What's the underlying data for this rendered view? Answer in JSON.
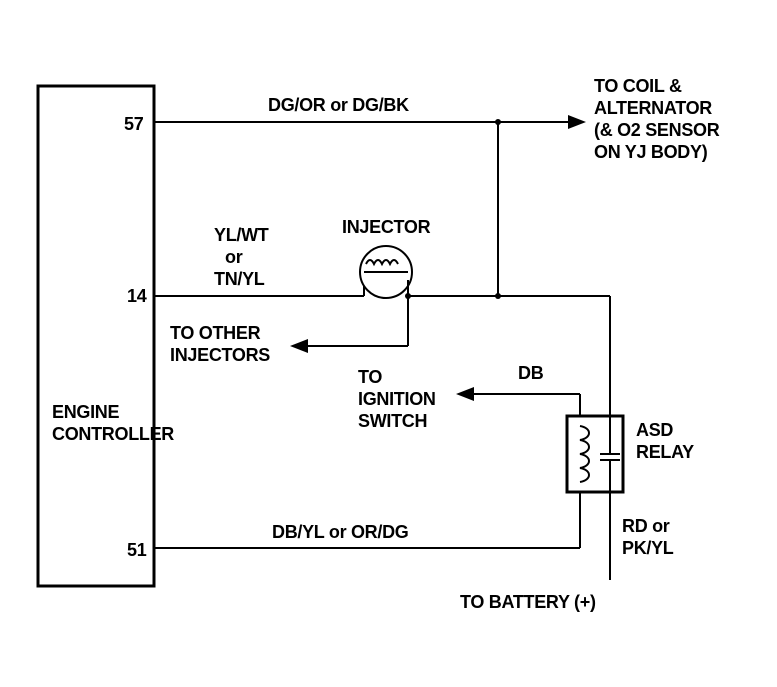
{
  "controller": {
    "line1": "ENGINE",
    "line2": "CONTROLLER",
    "pin_57": "57",
    "pin_14": "14",
    "pin_51": "51"
  },
  "wires": {
    "top_color": "DG/OR or DG/BK",
    "injector_color_line1": "YL/WT",
    "injector_color_line2": "or",
    "injector_color_line3": "TN/YL",
    "relay_ground_color": "DB/YL or OR/DG",
    "ignition_color": "DB",
    "battery_color_line1": "RD or",
    "battery_color_line2": "PK/YL"
  },
  "components": {
    "injector": "INJECTOR",
    "relay_line1": "ASD",
    "relay_line2": "RELAY"
  },
  "destinations": {
    "coil_line1": "TO COIL &",
    "coil_line2": "ALTERNATOR",
    "coil_line3": "(& O2 SENSOR",
    "coil_line4": "ON YJ BODY)",
    "injectors_line1": "TO OTHER",
    "injectors_line2": "INJECTORS",
    "ignition_line1": "TO",
    "ignition_line2": "IGNITION",
    "ignition_line3": "SWITCH",
    "battery": "TO BATTERY (+)"
  }
}
